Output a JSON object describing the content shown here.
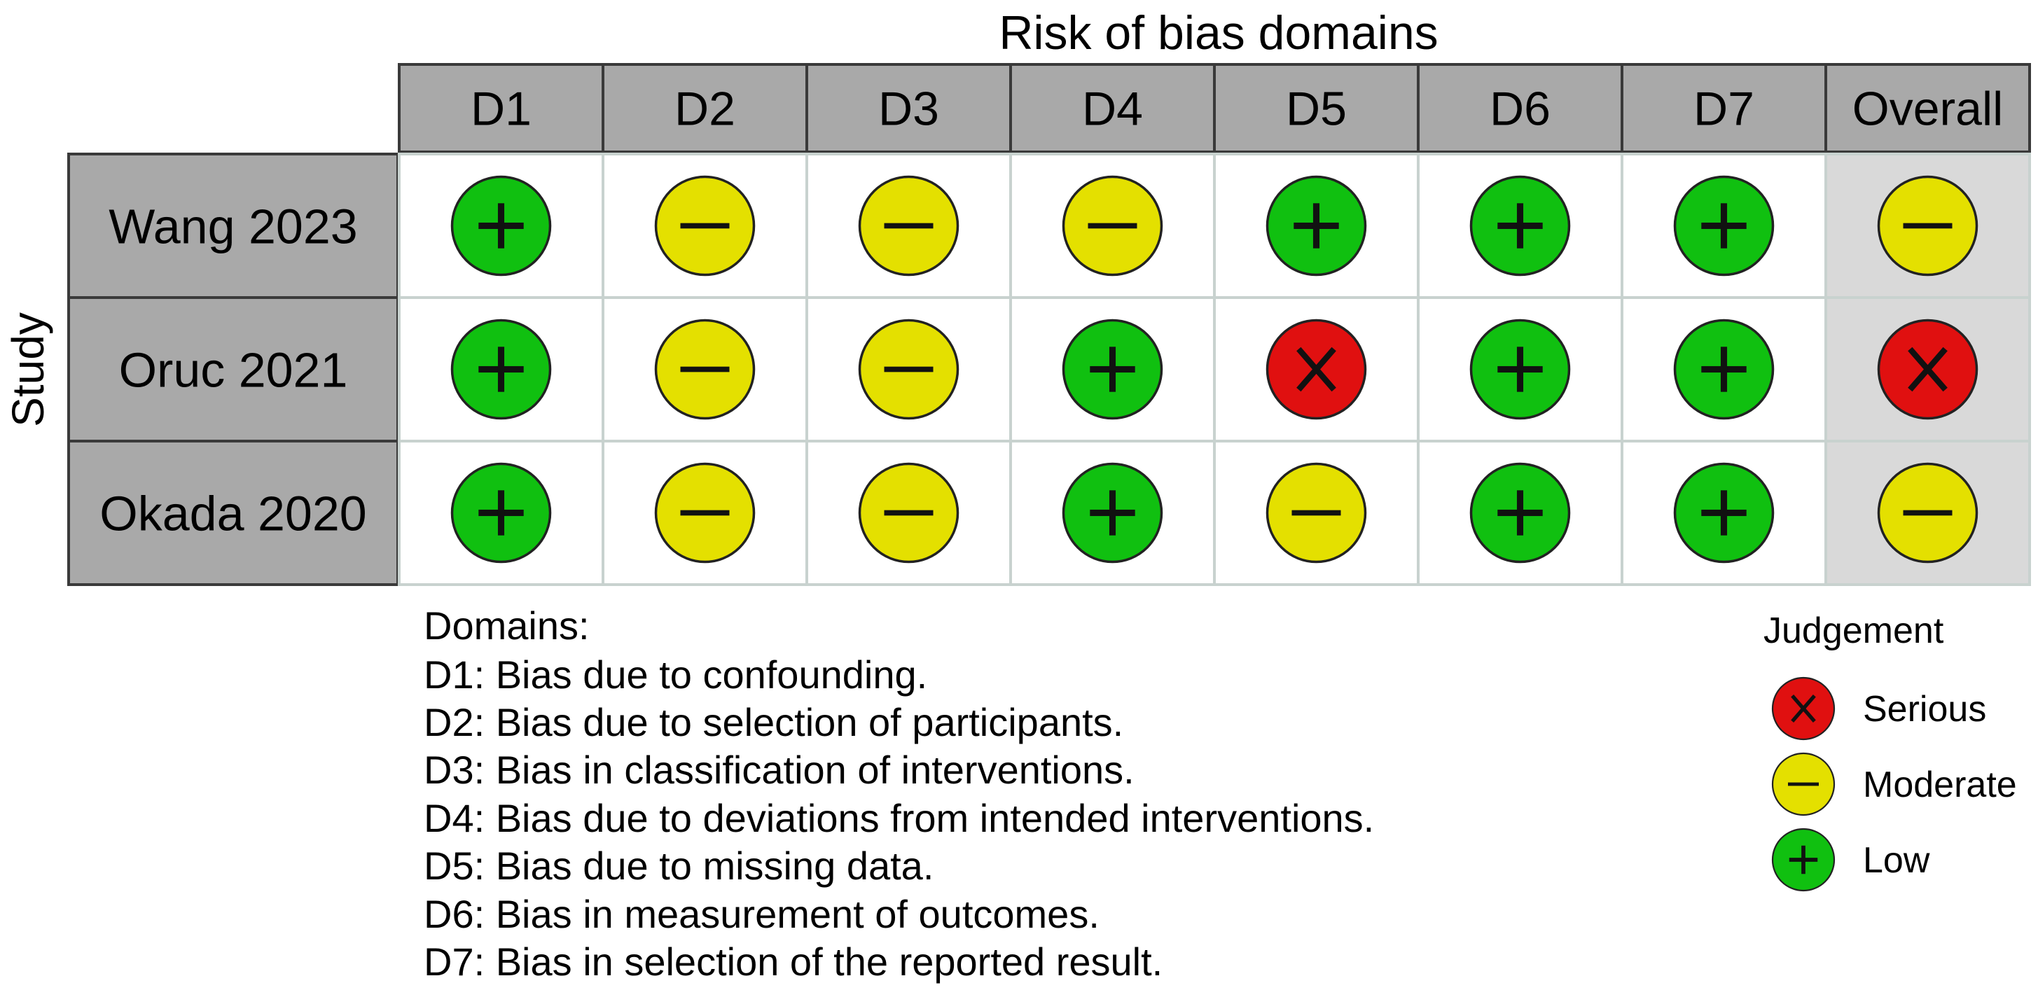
{
  "title": "Risk of bias domains",
  "y_axis_label": "Study",
  "columns": [
    "D1",
    "D2",
    "D3",
    "D4",
    "D5",
    "D6",
    "D7",
    "Overall"
  ],
  "studies": [
    {
      "name": "Wang 2023",
      "judgements": [
        "low",
        "moderate",
        "moderate",
        "moderate",
        "low",
        "low",
        "low",
        "moderate"
      ]
    },
    {
      "name": "Oruc 2021",
      "judgements": [
        "low",
        "moderate",
        "moderate",
        "low",
        "serious",
        "low",
        "low",
        "serious"
      ]
    },
    {
      "name": "Okada 2020",
      "judgements": [
        "low",
        "moderate",
        "moderate",
        "low",
        "moderate",
        "low",
        "low",
        "moderate"
      ]
    }
  ],
  "judgement_styles": {
    "serious": {
      "symbol": "X",
      "color": "#e01010"
    },
    "moderate": {
      "symbol": "—",
      "color": "#e4e000"
    },
    "low": {
      "symbol": "+",
      "color": "#10c010"
    }
  },
  "domains": {
    "heading": "Domains:",
    "lines": [
      "D1: Bias due to confounding.",
      "D2: Bias due to selection of participants.",
      "D3: Bias in classification of interventions.",
      "D4: Bias due to deviations from intended interventions.",
      "D5: Bias due to missing data.",
      "D6: Bias in measurement of outcomes.",
      "D7: Bias in selection of the reported result."
    ]
  },
  "legend": {
    "title": "Judgement",
    "items": [
      {
        "key": "serious",
        "label": "Serious"
      },
      {
        "key": "moderate",
        "label": "Moderate"
      },
      {
        "key": "low",
        "label": "Low"
      }
    ]
  },
  "colors": {
    "header_fill": "#a9a9a9",
    "overall_fill": "#d9d9d9",
    "grid_line": "#c8d2cf",
    "border": "#3a3a3a"
  }
}
